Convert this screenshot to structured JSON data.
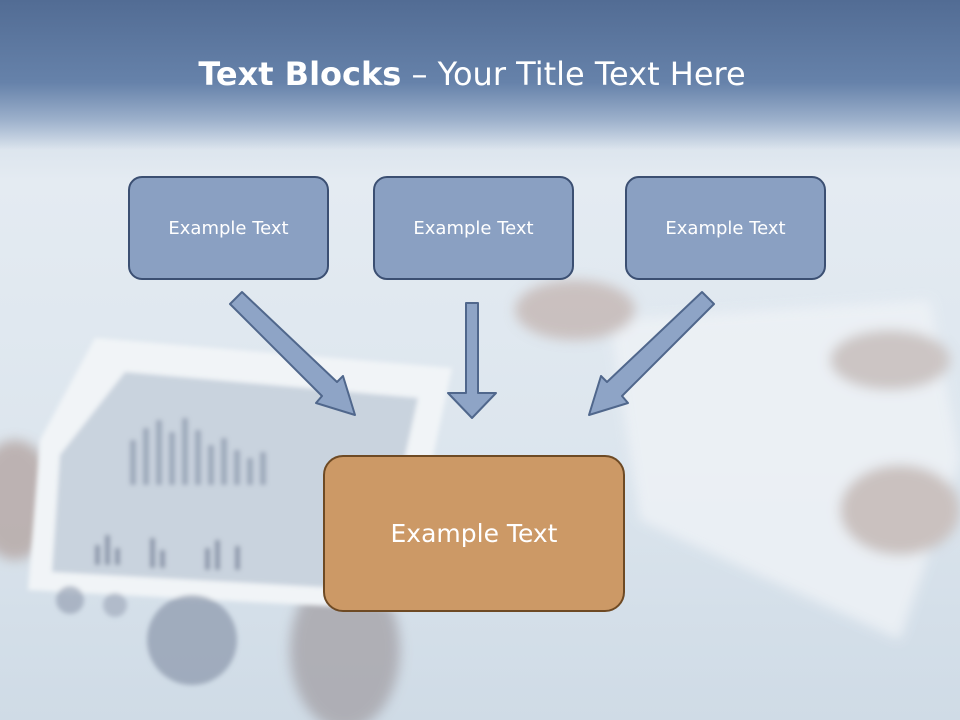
{
  "slide": {
    "title_bold": "Text Blocks",
    "title_separator": "–",
    "title_rest": "Your Title Text Here"
  },
  "boxes": {
    "top_left": "Example Text",
    "top_center": "Example Text",
    "top_right": "Example Text",
    "bottom": "Example Text"
  },
  "colors": {
    "title_band": "#5a749c",
    "box_fill": "#8aa0c2",
    "box_border": "#3b4f72",
    "center_box_fill": "#cc9966",
    "center_box_border": "#6e4a24",
    "arrow_fill": "#8ea4c6",
    "arrow_border": "#50678c"
  },
  "icons": {
    "arrows": [
      "arrow-down-right-icon",
      "arrow-down-icon",
      "arrow-down-left-icon"
    ]
  }
}
